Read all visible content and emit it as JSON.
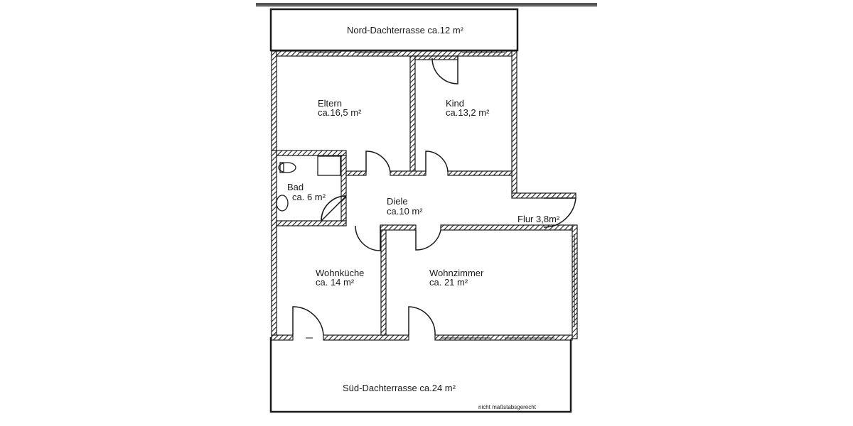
{
  "rooms": {
    "nord": {
      "name": "Nord-Dachterrasse ca.12 m²"
    },
    "eltern": {
      "name": "Eltern",
      "area": "ca.16,5 m²"
    },
    "kind": {
      "name": "Kind",
      "area": "ca.13,2 m²"
    },
    "bad": {
      "name": "Bad",
      "area": "ca. 6 m²"
    },
    "diele": {
      "name": "Diele",
      "area": "ca.10 m²"
    },
    "flur": {
      "name": "Flur 3,8m²"
    },
    "wohnkueche": {
      "name": "Wohnküche",
      "area": "ca. 14 m²"
    },
    "wohnzimmer": {
      "name": "Wohnzimmer",
      "area": "ca. 21 m²"
    },
    "sued": {
      "name": "Süd-Dachterrasse ca.24 m²"
    }
  },
  "note": "nicht maßstabsgerecht",
  "colors": {
    "ink": "#1a1a1a",
    "paper": "#ffffff"
  }
}
